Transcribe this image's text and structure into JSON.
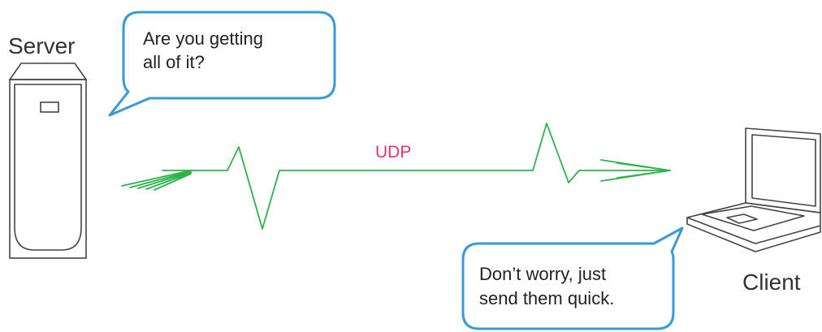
{
  "server": {
    "label": "Server"
  },
  "client": {
    "label": "Client"
  },
  "server_bubble": {
    "line1": "Are you getting",
    "line2": "all of it?"
  },
  "client_bubble": {
    "line1": "Don’t worry, just",
    "line2": "send them quick."
  },
  "protocol": {
    "label": "UDP"
  },
  "colors": {
    "bubble_stroke": "#3a9ad9",
    "signal": "#2bb34a",
    "protocol_label": "#e8336d",
    "outline": "#333333",
    "text": "#222222"
  },
  "icons": {
    "server": "server-tower-icon",
    "client": "laptop-icon"
  }
}
